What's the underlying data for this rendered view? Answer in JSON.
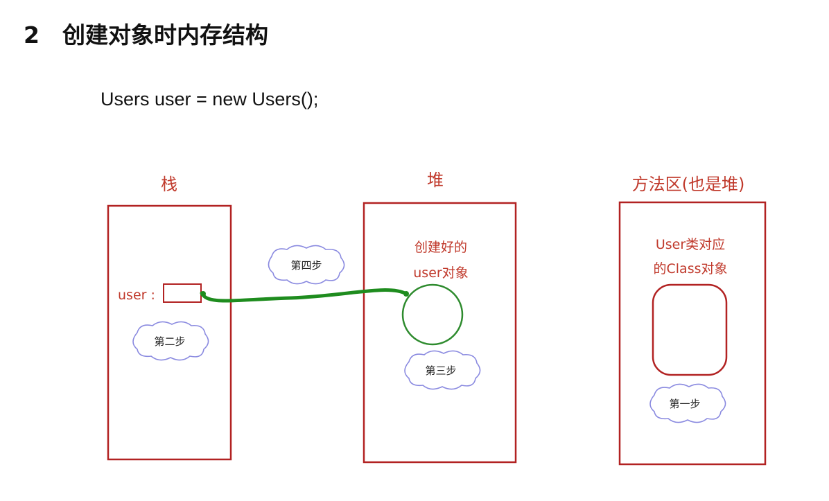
{
  "heading": {
    "number": "2",
    "title": "创建对象时内存结构"
  },
  "code": "Users user = new Users();",
  "stack": {
    "title": "栈",
    "var_label": "user :"
  },
  "heap": {
    "title": "堆",
    "object_line1": "创建好的",
    "object_line2": "user对象"
  },
  "method_area": {
    "title": "方法区(也是堆)",
    "class_line1": "User类对应",
    "class_line2": "的Class对象"
  },
  "steps": {
    "step1": "第一步",
    "step2": "第二步",
    "step3": "第三步",
    "step4": "第四步"
  },
  "colors": {
    "box_border": "#b22222",
    "label": "#c0392b",
    "pointer": "#1e8c1e",
    "object_circle": "#2e8b2e",
    "cloud": "#8a8ae0"
  }
}
